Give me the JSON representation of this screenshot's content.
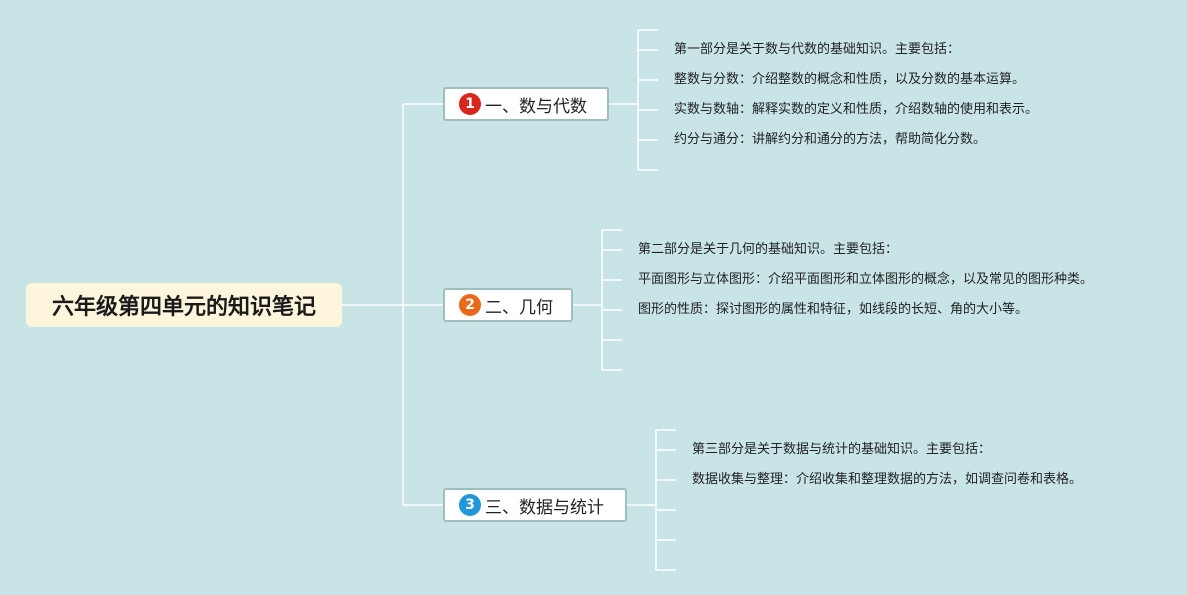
{
  "root": {
    "title": "六年级第四单元的知识笔记"
  },
  "branches": [
    {
      "number": "1",
      "label": "一、数与代数",
      "badge_color": "#d9261c",
      "items": [
        "第一部分是关于数与代数的基础知识。主要包括：",
        "整数与分数：介绍整数的概念和性质，以及分数的基本运算。",
        "实数与数轴：解释实数的定义和性质，介绍数轴的使用和表示。",
        "约分与通分：讲解约分和通分的方法，帮助简化分数。"
      ]
    },
    {
      "number": "2",
      "label": "二、几何",
      "badge_color": "#ea6a1c",
      "items": [
        "第二部分是关于几何的基础知识。主要包括：",
        "平面图形与立体图形：介绍平面图形和立体图形的概念，以及常见的图形种类。",
        "图形的性质：探讨图形的属性和特征，如线段的长短、角的大小等。"
      ]
    },
    {
      "number": "3",
      "label": "三、数据与统计",
      "badge_color": "#2196d8",
      "items": [
        "第三部分是关于数据与统计的基础知识。主要包括：",
        "数据收集与整理：介绍收集和整理数据的方法，如调查问卷和表格。"
      ]
    }
  ]
}
